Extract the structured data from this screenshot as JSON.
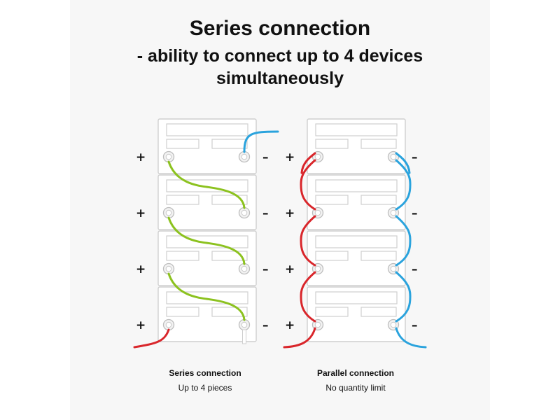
{
  "heading": {
    "title": "Series connection",
    "subtitle_line1": "- ability to connect up to 4 devices",
    "subtitle_line2": "simultaneously"
  },
  "series": {
    "caption_title": "Series connection",
    "caption_sub": "Up to 4 pieces",
    "battery_count": 4
  },
  "parallel": {
    "caption_title": "Parallel connection",
    "caption_sub": "No quantity limit",
    "battery_count": 4
  },
  "terminal_labels": {
    "positive": "+",
    "negative": "–"
  },
  "colors": {
    "positive_wire": "#d9262b",
    "negative_wire": "#2aa3dd",
    "link_wire": "#8cc21f",
    "battery_outline": "#cfcfcf"
  }
}
